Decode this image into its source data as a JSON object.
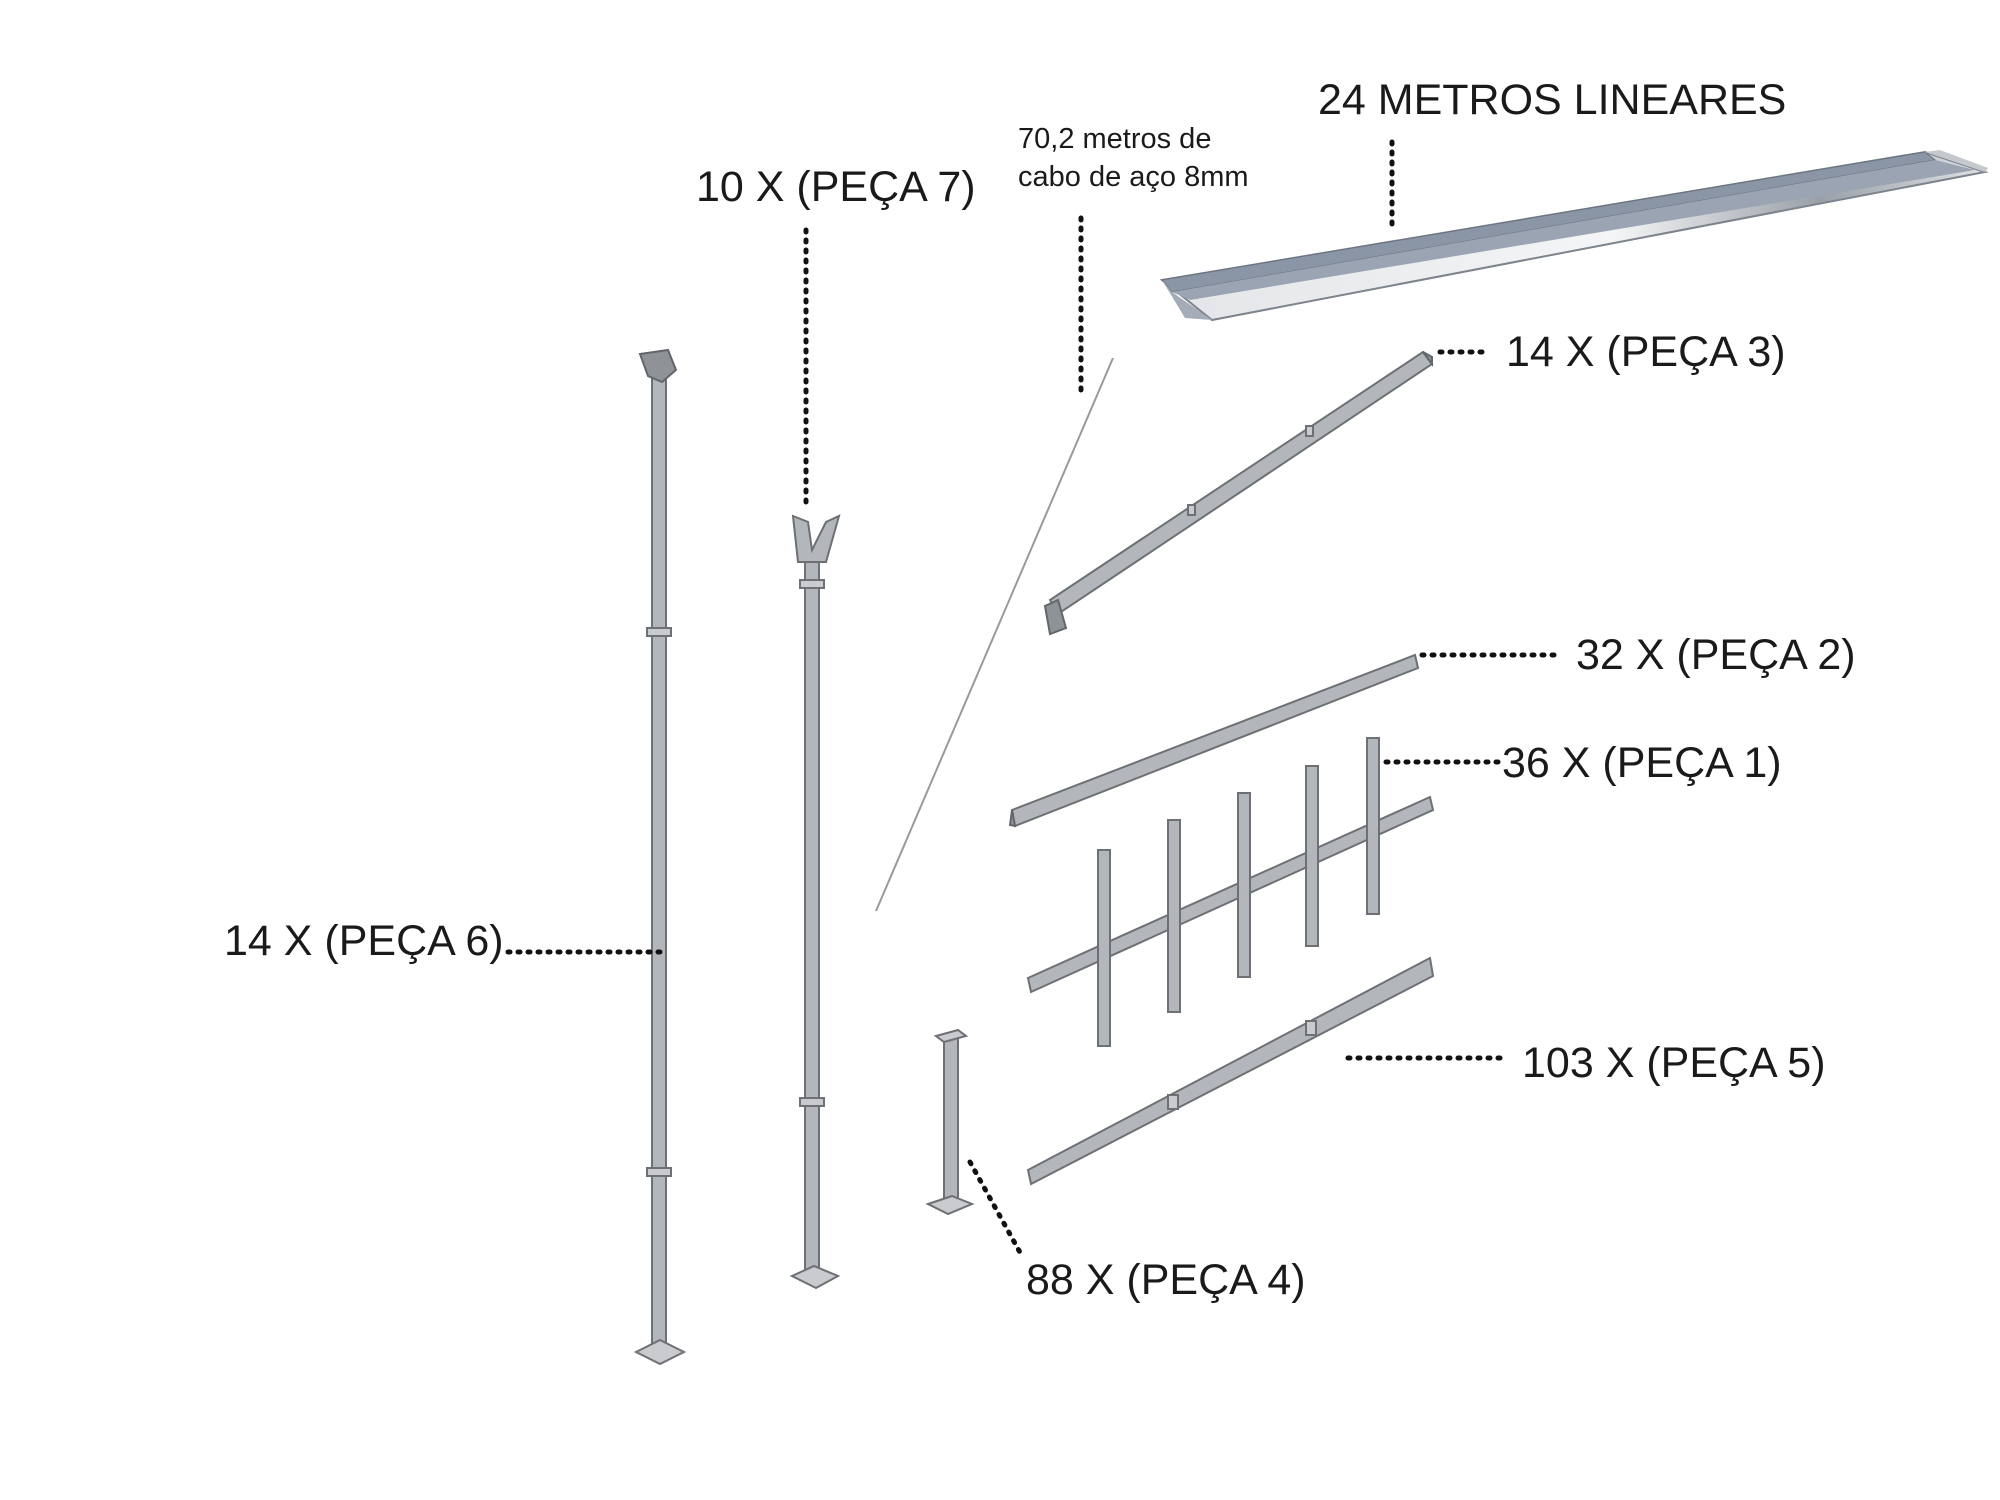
{
  "labels": {
    "gutter": "24 METROS LINEARES",
    "cable_line1": "70,2 metros de",
    "cable_line2": "cabo de aço 8mm",
    "peca7": "10 X (PEÇA 7)",
    "peca3": "14 X (PEÇA 3)",
    "peca2": "32 X (PEÇA 2)",
    "peca1": "36 X (PEÇA 1)",
    "peca6": "14 X (PEÇA 6)",
    "peca5": "103 X (PEÇA 5)",
    "peca4": "88 X (PEÇA 4)"
  },
  "colors": {
    "steel": "#b3b6ba",
    "gutter_top": "#8a96a6",
    "gutter_face": "#d4d7db"
  }
}
